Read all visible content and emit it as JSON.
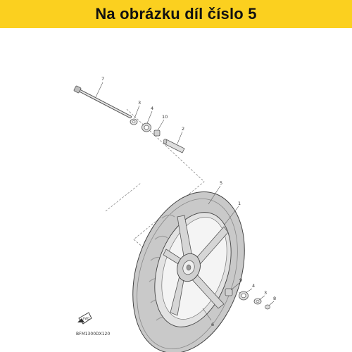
{
  "banner": {
    "text": "Na obrázku díl číslo 5",
    "color": "#fbd01f"
  },
  "diagram": {
    "drawing_code": "BFM1300DX120",
    "callouts": [
      "7",
      "3",
      "4",
      "10",
      "2",
      "5",
      "1",
      "9",
      "4",
      "3",
      "8",
      "6"
    ],
    "icons": [
      "front-arrow-icon"
    ],
    "colors": {
      "tire": "#cfcfcf",
      "rim": "#dcdcdc",
      "line": "#555555",
      "background": "#ffffff"
    }
  }
}
